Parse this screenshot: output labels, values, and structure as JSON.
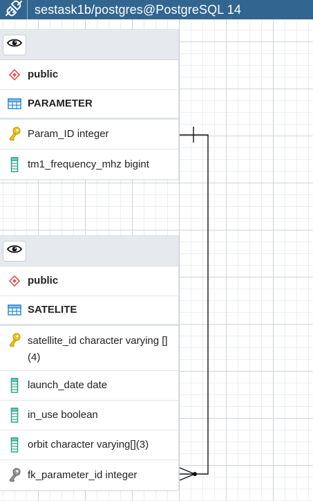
{
  "tab": {
    "title": "sestask1b/postgres@PostgreSQL 14"
  },
  "tables": [
    {
      "schema": "public",
      "name": "PARAMETER",
      "columns": [
        {
          "text": "Param_ID integer",
          "kind": "primary-key"
        },
        {
          "text": "tm1_frequency_mhz bigint",
          "kind": "column"
        }
      ]
    },
    {
      "schema": "public",
      "name": "SATELITE",
      "columns": [
        {
          "text": "satellite_id character varying []​(4)",
          "kind": "primary-key"
        },
        {
          "text": "launch_date date",
          "kind": "column"
        },
        {
          "text": "in_use boolean",
          "kind": "column"
        },
        {
          "text": "orbit character varying[](3)",
          "kind": "column"
        },
        {
          "text": "fk_parameter_id integer",
          "kind": "foreign-key"
        }
      ]
    }
  ],
  "relationship": {
    "from": "SATELITE.fk_parameter_id",
    "to": "PARAMETER.Param_ID",
    "cardinality": "many-to-one"
  },
  "colors": {
    "topbar": "#326690",
    "key_icon": "#e0a800",
    "fk_icon": "#7d7d7d",
    "column_icon": "#2aa38a",
    "table_icon": "#2b8ad6",
    "schema_icon": "#d9534f"
  },
  "icons": {
    "connection": "plug-icon",
    "eye": "eye-icon",
    "schema": "schema-diamond-icon",
    "table": "table-icon",
    "primary_key": "key-icon",
    "column": "column-icon",
    "foreign_key": "foreign-key-icon"
  }
}
